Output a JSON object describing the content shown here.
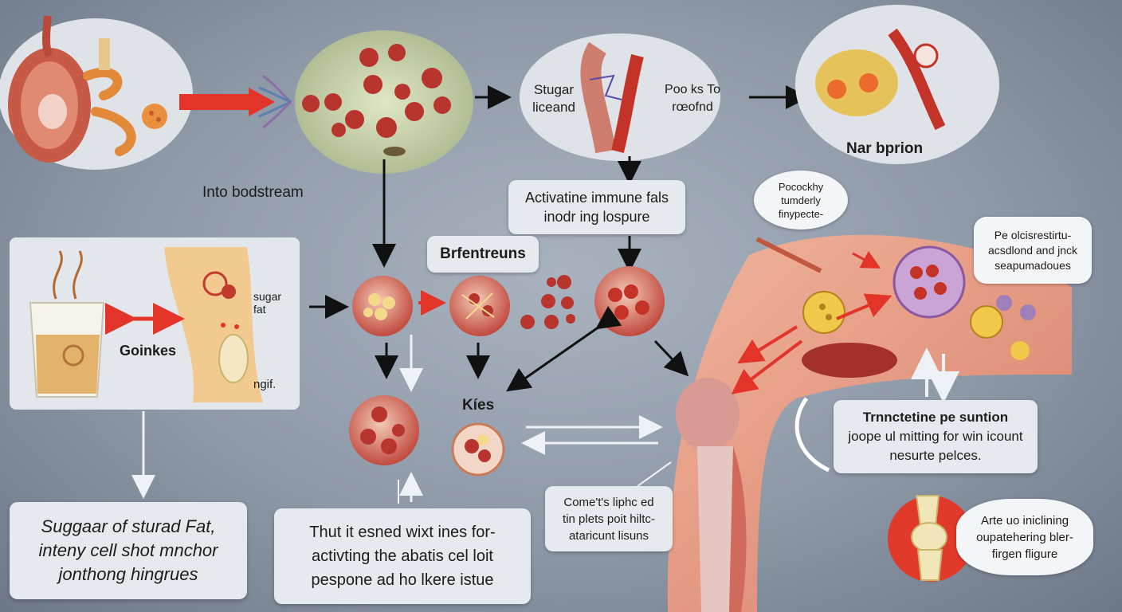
{
  "labels": {
    "sugar_ligand": [
      "Stugar",
      "liceand"
    ],
    "pocks_to_react": [
      "Poo ks To",
      "rœofnd"
    ],
    "near_bprion": "Nar bprion",
    "into_bloodstream": "Into bodstream",
    "activating_immune": [
      "Activatine immune fals",
      "inodr ing lospure"
    ],
    "brfentreuns": "Brfentreuns",
    "sugar_fat_small": [
      "sugar",
      "fat"
    ],
    "goinkes": "Goinkes",
    "ngif": "ngif.",
    "kies": "Kíes",
    "pocukhy_bubble": [
      "Pocockhy",
      "tumderly",
      "finypecte-"
    ],
    "pe_bubble": [
      "Pe olcisrestirtu-",
      "acsdlond and jnck",
      "seapumadoues"
    ],
    "trnnctetine": [
      "Trnnctetine pe suntion",
      "joope ul mitting for win icount",
      "nesurte pelces."
    ],
    "comets": [
      "Come't's liphc ed",
      "tin plets poit hiltc-",
      "ataricunt lisuns"
    ],
    "bottom_left": [
      "Suggaar of sturad Fat,",
      "inteny cell shot  mnchor",
      "jonthong hingrues"
    ],
    "bottom_mid": [
      "Thut it esned wixt ines for-",
      "activting the abatis cel loit",
      "pespone ad ho lkere istue"
    ],
    "bottom_right_bubble": [
      "Arte uo iniclining",
      "oupatehering bler-",
      "firgen fligure"
    ]
  },
  "icons": [
    "intestine-icon",
    "bloodstream-cell-icon",
    "receptor-icon",
    "neuron-icon",
    "sugar-drink-icon",
    "joint-bone-icon",
    "knee-joint-icon",
    "immune-cell-icon"
  ],
  "colors": {
    "arrow_red": "#e3342a",
    "arrow_dark": "#111111",
    "arrow_light": "#e9edf2",
    "tissue": "#e9a58c",
    "cell_red": "#b8352e"
  }
}
